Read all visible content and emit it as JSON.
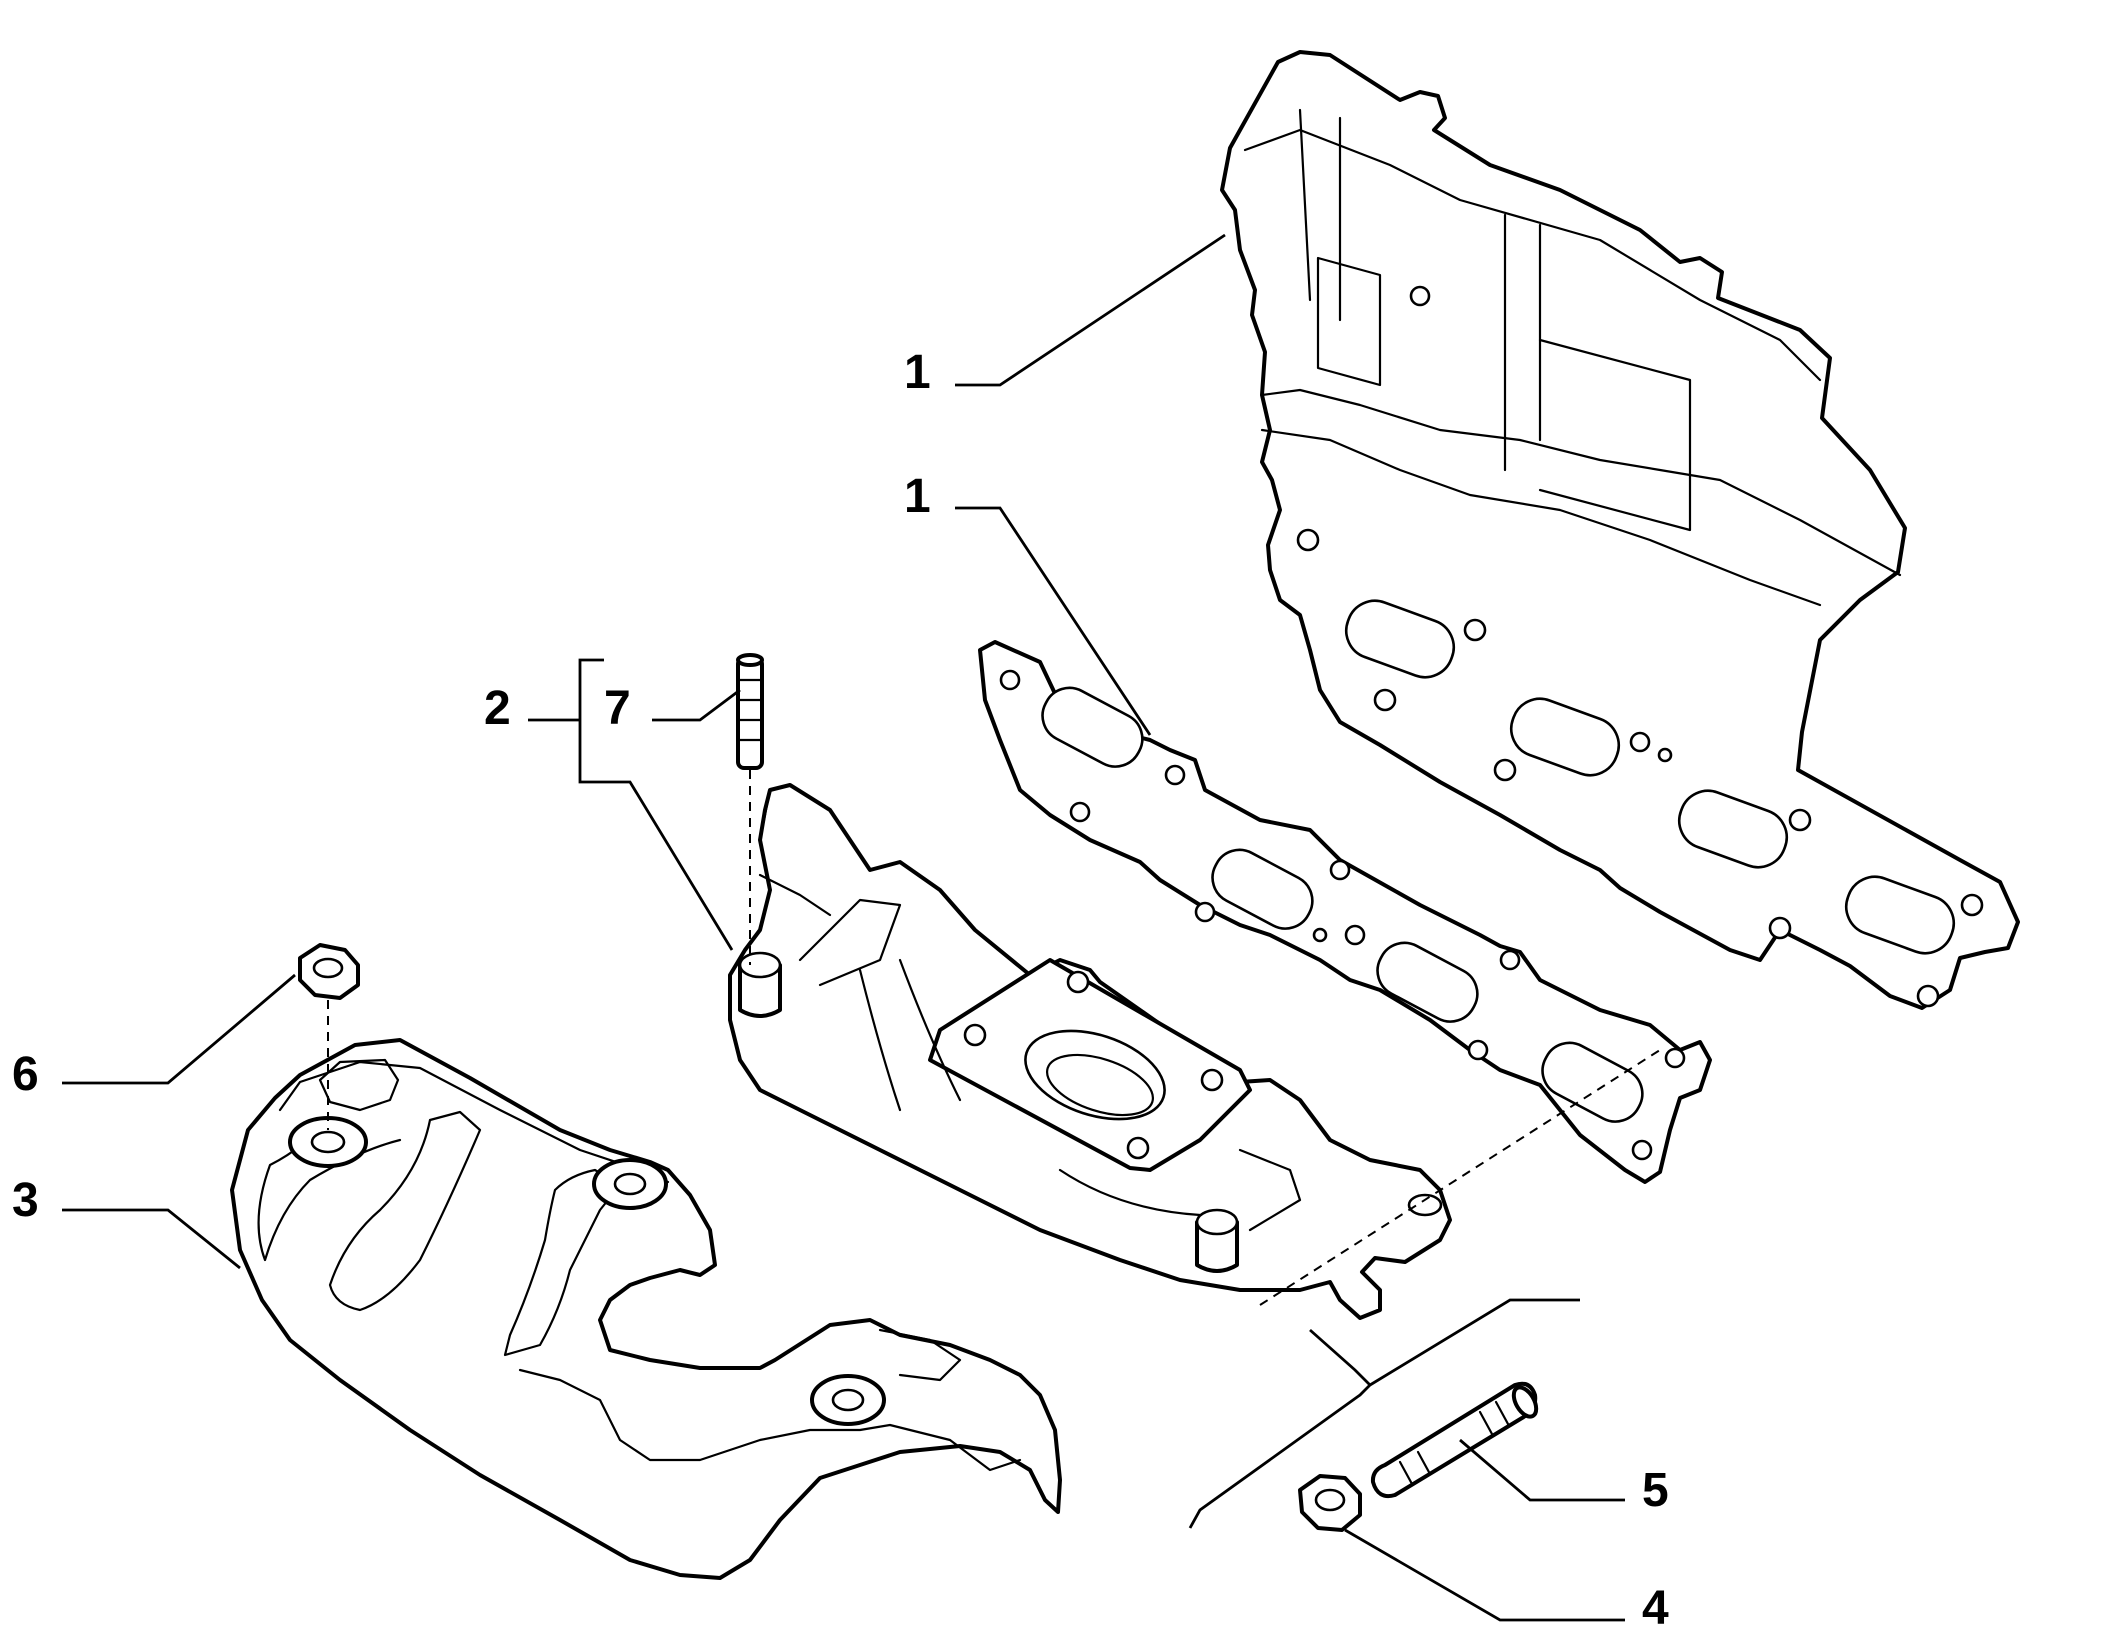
{
  "callouts": [
    {
      "id": "heat-shield-upper",
      "label": "1"
    },
    {
      "id": "gasket",
      "label": "1"
    },
    {
      "id": "manifold-kit",
      "label": "2"
    },
    {
      "id": "manifold-stud",
      "label": "7"
    },
    {
      "id": "lower-heat-shield",
      "label": "3"
    },
    {
      "id": "shield-nut",
      "label": "6"
    },
    {
      "id": "flange-nut",
      "label": "4"
    },
    {
      "id": "flange-stud",
      "label": "5"
    }
  ]
}
